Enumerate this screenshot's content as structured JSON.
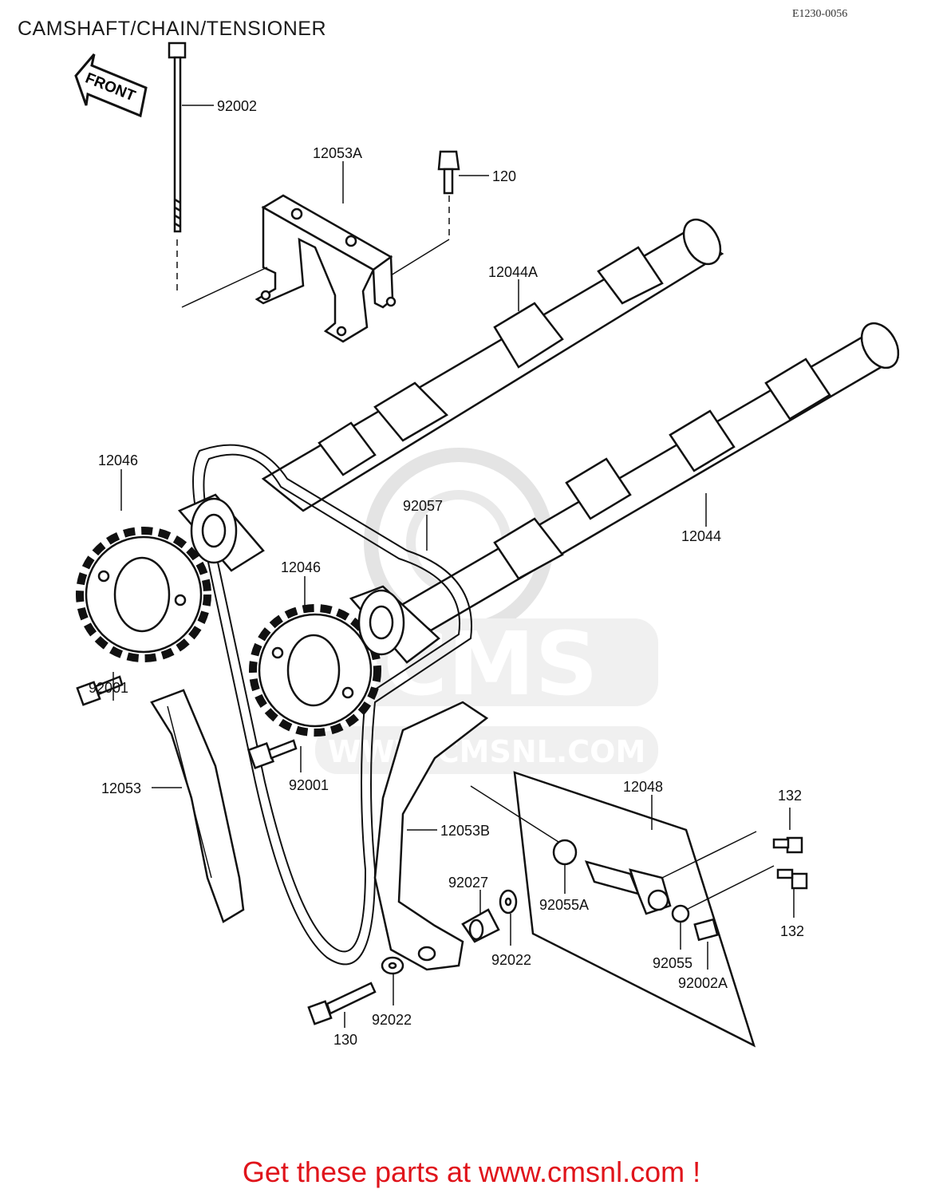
{
  "header": {
    "title": "CAMSHAFT/CHAIN/TENSIONER",
    "drawing_code": "E1230-0056"
  },
  "front_arrow_label": "FRONT",
  "part_labels": {
    "p92002": "92002",
    "p12053A": "12053A",
    "p120": "120",
    "p12044A": "12044A",
    "p12046_left": "12046",
    "p92057": "92057",
    "p12044": "12044",
    "p12046_center": "12046",
    "p92001_left": "92001",
    "p92001_center": "92001",
    "p12053": "12053",
    "p12048": "12048",
    "p132_top": "132",
    "p12053B": "12053B",
    "p92027": "92027",
    "p92055A": "92055A",
    "p92022_center": "92022",
    "p132_bottom": "132",
    "p92055": "92055",
    "p92002A": "92002A",
    "p130": "130",
    "p92022_bottom": "92022"
  },
  "watermark": {
    "brand": "CMS",
    "url": "WWW.CMSNL.COM"
  },
  "footer": {
    "text": "Get these parts at www.cmsnl.com !"
  },
  "colors": {
    "footer_text": "#e0141b",
    "line_art": "#111111",
    "watermark": "#d9d9d9"
  }
}
